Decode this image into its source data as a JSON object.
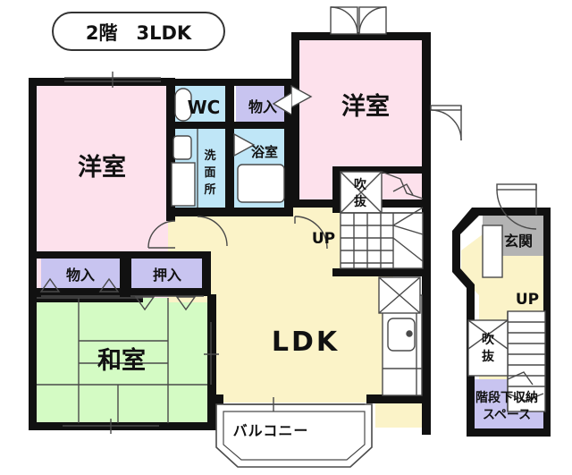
{
  "title_badge": {
    "label": "2階　3LDK"
  },
  "palette": {
    "wall": "#111111",
    "bedroom_pink": "#FDE1EC",
    "ldk_cream": "#FBF3C8",
    "tatami_green": "#D4FBC4",
    "closet_purple": "#C8C4F0",
    "water_blue": "#BFE6F7",
    "entrance_gray": "#B3B3B3",
    "void_white": "#FFFFFF",
    "balcony_white": "#FFFFFF",
    "outline": "#4A4A4A"
  },
  "rooms": [
    {
      "id": "bedroom-west",
      "label": "洋室",
      "color_key": "bedroom_pink"
    },
    {
      "id": "bedroom-north",
      "label": "洋室",
      "color_key": "bedroom_pink"
    },
    {
      "id": "ldk",
      "label": "LDK",
      "color_key": "ldk_cream"
    },
    {
      "id": "washitsu",
      "label": "和室",
      "color_key": "tatami_green"
    },
    {
      "id": "toilet",
      "label": "WC",
      "color_key": "water_blue"
    },
    {
      "id": "washbasin",
      "label": "洗面所",
      "color_key": "water_blue"
    },
    {
      "id": "bathroom",
      "label": "浴室",
      "color_key": "water_blue"
    },
    {
      "id": "closet-north",
      "label": "物入",
      "color_key": "closet_purple"
    },
    {
      "id": "closet-west",
      "label": "物入",
      "color_key": "closet_purple"
    },
    {
      "id": "oshiire",
      "label": "押入",
      "color_key": "closet_purple"
    },
    {
      "id": "entrance",
      "label": "玄関",
      "color_key": "entrance_gray"
    },
    {
      "id": "balcony",
      "label": "バルコニー",
      "color_key": "balcony_white"
    },
    {
      "id": "void-upper",
      "label": "吹抜",
      "color_key": "void_white"
    },
    {
      "id": "void-lower",
      "label": "吹抜",
      "color_key": "void_white"
    },
    {
      "id": "understair-storage",
      "label_line1": "階段下収納",
      "label_line2": "スペース",
      "color_key": "closet_purple"
    }
  ],
  "stair_markers": [
    {
      "id": "stair-up-main",
      "label": "UP"
    },
    {
      "id": "stair-up-entry",
      "label": "UP"
    }
  ],
  "labels": {
    "bedroom_west": "洋室",
    "bedroom_north": "洋室",
    "ldk": "LDK",
    "washitsu": "和室",
    "toilet": "WC",
    "washbasin_l1": "洗",
    "washbasin_l2": "面",
    "washbasin_l3": "所",
    "bathroom": "浴室",
    "closet_north": "物入",
    "closet_west": "物入",
    "oshiire": "押入",
    "entrance": "玄関",
    "balcony": "バルコニー",
    "void_upper_l1": "吹",
    "void_upper_l2": "抜",
    "void_lower_l1": "吹",
    "void_lower_l2": "抜",
    "understair_l1": "階段下収納",
    "understair_l2": "スペース",
    "up_main": "UP",
    "up_entry": "UP"
  }
}
